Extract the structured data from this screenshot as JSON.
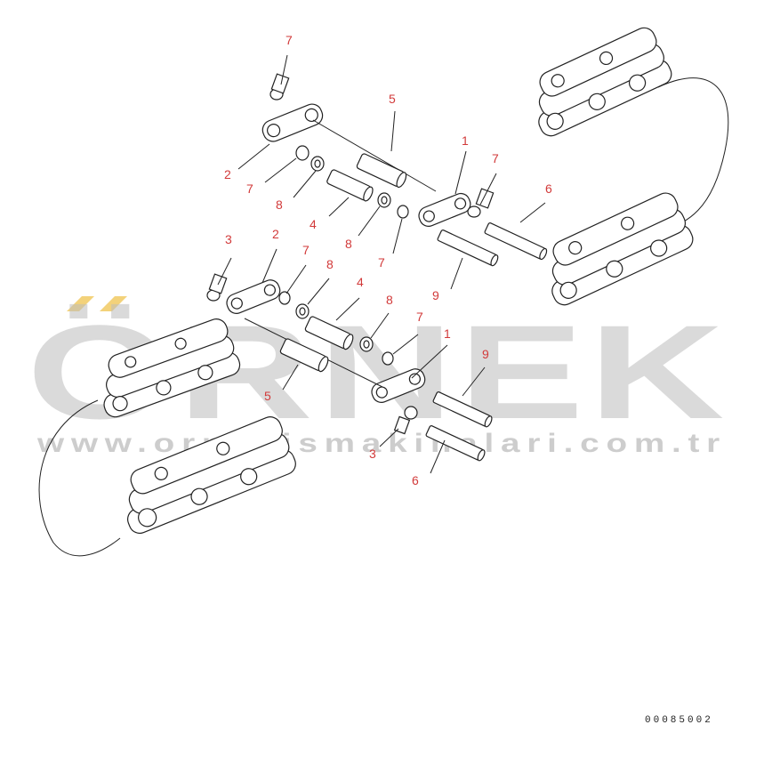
{
  "watermark": {
    "brand": "ÖRNEK",
    "url": "www.ornekismakinalari.com.tr",
    "accent_color": "#f3d27a",
    "text_color": "#bdbdbd"
  },
  "callout_color": "#d23a3a",
  "drawing_code": "00085002",
  "callouts": [
    {
      "id": "c7a",
      "label": "7"
    },
    {
      "id": "c5a",
      "label": "5"
    },
    {
      "id": "c1a",
      "label": "1"
    },
    {
      "id": "c7b",
      "label": "7"
    },
    {
      "id": "c2a",
      "label": "2"
    },
    {
      "id": "c7c",
      "label": "7"
    },
    {
      "id": "c6a",
      "label": "6"
    },
    {
      "id": "c8a",
      "label": "8"
    },
    {
      "id": "c4a",
      "label": "4"
    },
    {
      "id": "c8b",
      "label": "8"
    },
    {
      "id": "c7d",
      "label": "7"
    },
    {
      "id": "c3a",
      "label": "3"
    },
    {
      "id": "c2b",
      "label": "2"
    },
    {
      "id": "c7e",
      "label": "7"
    },
    {
      "id": "c8c",
      "label": "8"
    },
    {
      "id": "c9a",
      "label": "9"
    },
    {
      "id": "c4b",
      "label": "4"
    },
    {
      "id": "c8d",
      "label": "8"
    },
    {
      "id": "c7f",
      "label": "7"
    },
    {
      "id": "c1b",
      "label": "1"
    },
    {
      "id": "c9b",
      "label": "9"
    },
    {
      "id": "c5b",
      "label": "5"
    },
    {
      "id": "c3b",
      "label": "3"
    },
    {
      "id": "c6b",
      "label": "6"
    }
  ]
}
